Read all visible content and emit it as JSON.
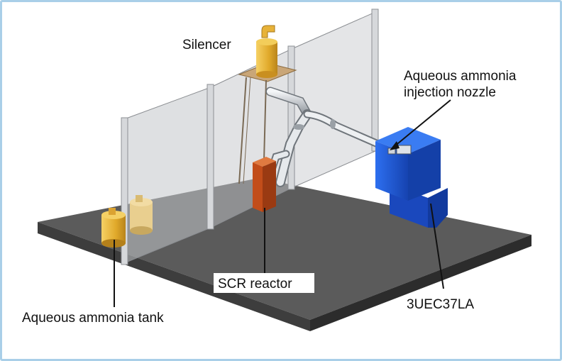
{
  "labels": {
    "silencer": "Silencer",
    "nozzle_line1": "Aqueous ammonia",
    "nozzle_line2": "injection nozzle",
    "scr_reactor": "SCR reactor",
    "engine": "3UEC37LA",
    "tank": "Aqueous ammonia tank"
  },
  "colors": {
    "frame_border": "#a9cfe8",
    "floor_top": "#5a5a5a",
    "glass": "#b9bcc0",
    "engine_blue": "#1f5bd6",
    "scr_orange": "#c8521f",
    "tank_gold": "#e8b73a",
    "pipe_silver": "#d9dde2"
  }
}
